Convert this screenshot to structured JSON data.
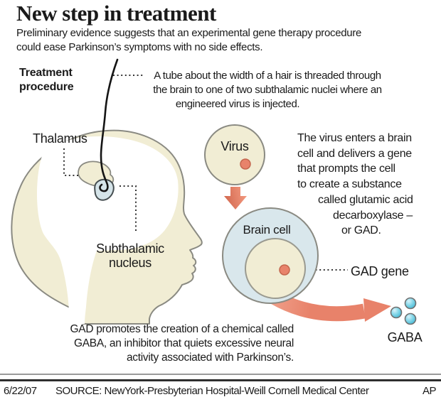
{
  "header": {
    "title": "New step in treatment",
    "subtitle_line1": "Preliminary evidence suggests that an experimental gene therapy procedure",
    "subtitle_line2": "could ease Parkinson’s symptoms with no side effects."
  },
  "procedure_label": {
    "line1": "Treatment",
    "line2": "procedure"
  },
  "tube_note": {
    "lines": [
      "A tube about the width of a hair is threaded through",
      "the brain to one of two subthalamic nuclei where an",
      "engineered virus is injected."
    ]
  },
  "anatomy": {
    "thalamus_label": "Thalamus",
    "subthalamic_line1": "Subthalamic",
    "subthalamic_line2": "nucleus"
  },
  "virus_section": {
    "label": "Virus",
    "note_lines": [
      "The virus enters a brain",
      "cell and delivers a gene",
      "that prompts the cell",
      "to create a substance",
      "called glutamic acid",
      "decarboxylase –",
      "or GAD."
    ]
  },
  "cell_section": {
    "label": "Brain cell",
    "gad_gene_label": "GAD gene"
  },
  "gaba_section": {
    "label": "GABA",
    "note_lines": [
      "GAD promotes the creation of a chemical called",
      "GABA, an inhibitor that quiets excessive neural",
      "activity associated with Parkinson’s."
    ]
  },
  "footer": {
    "date": "6/22/07",
    "source": "SOURCE: NewYork-Presbyterian Hospital-Weill Cornell Medical Center",
    "credit": "AP"
  },
  "colors": {
    "cream": "#f1edd4",
    "cell_blue": "#d9e7ec",
    "nucleus_blue": "#d5e4e9",
    "salmon": "#e8836b",
    "outline": "#8a8a82"
  }
}
